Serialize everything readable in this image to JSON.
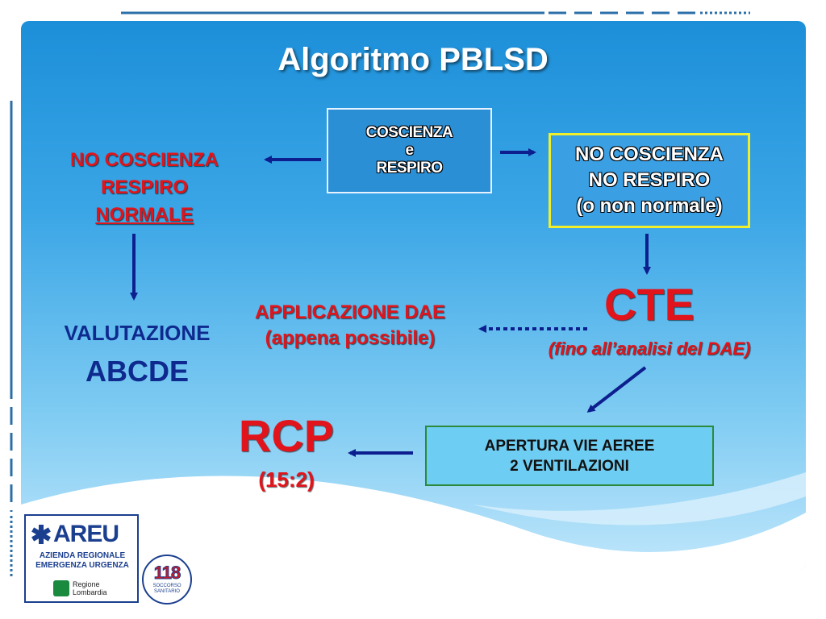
{
  "title": "Algoritmo PBLSD",
  "start_box": {
    "line1": "COSCIENZA",
    "line2": "e",
    "line3": "RESPIRO"
  },
  "left_branch": {
    "line1": "NO COSCIENZA",
    "line2": "RESPIRO",
    "line3": "NORMALE"
  },
  "right_branch": {
    "line1": "NO COSCIENZA",
    "line2": "NO RESPIRO",
    "line3": "(o non normale)"
  },
  "valutazione": {
    "label": "VALUTAZIONE",
    "value": "ABCDE"
  },
  "cte": {
    "label": "CTE",
    "sub": "(fino all’analisi del DAE)"
  },
  "dae": {
    "line1": "APPLICAZIONE DAE",
    "line2": "(appena possibile)"
  },
  "airway_box": {
    "line1": "APERTURA VIE AEREE",
    "line2": "2 VENTILAZIONI"
  },
  "rcp": {
    "label": "RCP",
    "ratio": "(15:2)"
  },
  "logos": {
    "areu": "AREU",
    "areu_sub1": "AZIENDA REGIONALE",
    "areu_sub2": "EMERGENZA URGENZA",
    "regione1": "Regione",
    "regione2": "Lombardia",
    "n118": "118",
    "soccorso1": "SOCCORSO",
    "soccorso2": "SANITARIO"
  },
  "colors": {
    "arrow": "#0d1f8f",
    "accent_red": "#e2141b",
    "navy": "#0f2a8e",
    "yellow_border": "#f1ee2c",
    "green_border": "#2c8a3a"
  }
}
